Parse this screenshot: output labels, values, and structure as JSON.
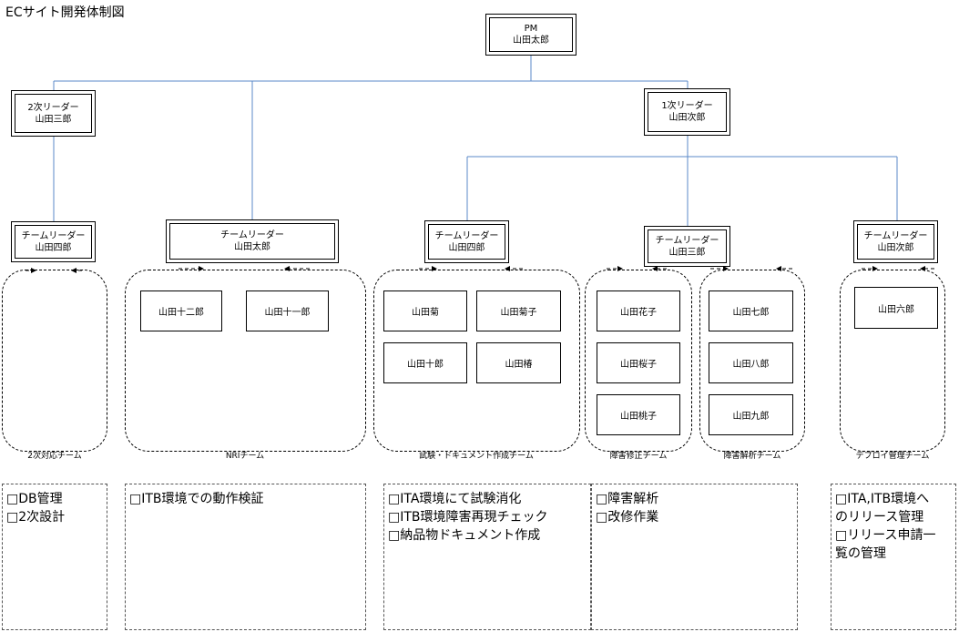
{
  "title": "ECサイト開発体制図",
  "pm": {
    "role": "PM",
    "name": "山田太郎"
  },
  "leader2": {
    "role": "2次リーダー",
    "name": "山田三郎"
  },
  "leader1": {
    "role": "1次リーダー",
    "name": "山田次郎"
  },
  "team_leaders": [
    {
      "role": "チームリーダー",
      "name": "山田四郎"
    },
    {
      "role": "チームリーダー",
      "name": "山田太郎"
    },
    {
      "role": "チームリーダー",
      "name": "山田四郎"
    },
    {
      "role": "チームリーダー",
      "name": "山田三郎"
    },
    {
      "role": "チームリーダー",
      "name": "山田次郎"
    }
  ],
  "members": {
    "nri": [
      "山田十二郎",
      "山田十一郎"
    ],
    "doc": [
      "山田菊",
      "山田菊子",
      "山田十郎",
      "山田椿"
    ],
    "fix": [
      "山田花子",
      "山田桜子",
      "山田桃子"
    ],
    "analysis": [
      "山田七郎",
      "山田八郎",
      "山田九郎"
    ],
    "deploy": [
      "山田六郎"
    ]
  },
  "teams": [
    "2次対応チーム",
    "NRIチーム",
    "試験・ドキュメント作成チーム",
    "障害修正チーム",
    "障害解析チーム",
    "デプロイ管理チーム"
  ],
  "notes": {
    "n1": [
      "□DB管理",
      "□2次設計"
    ],
    "n2": [
      "□ITB環境での動作検証"
    ],
    "n3": [
      "□ITA環境にて試験消化",
      "□ITB環境障害再現チェック",
      "□納品物ドキュメント作成"
    ],
    "n4": [
      "□障害解析",
      "□改修作業"
    ],
    "n5": [
      "□ITA,ITB環境へ",
      "のリリース管理",
      "□リリース申請一",
      "覧の管理"
    ]
  },
  "colors": {
    "connector": "#5b8ac8",
    "line": "#000000"
  }
}
